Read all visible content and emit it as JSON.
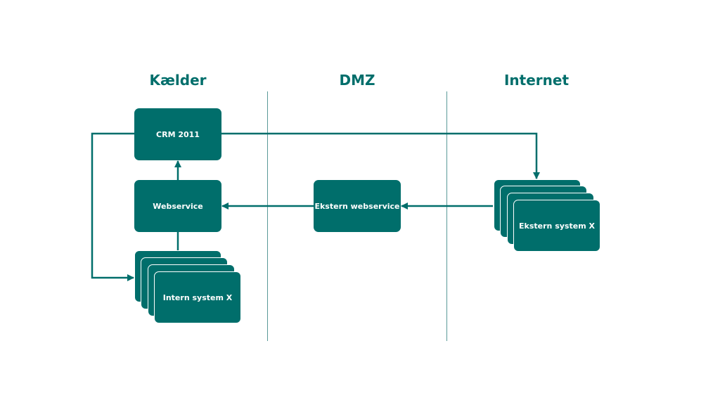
{
  "colors": {
    "primary": "#006e6b",
    "divider": "#5a9a98",
    "node_text": "#ffffff",
    "background": "#ffffff"
  },
  "zones": {
    "basement": "Kælder",
    "dmz": "DMZ",
    "internet": "Internet"
  },
  "nodes": {
    "crm": "CRM 2011",
    "webservice": "Webservice",
    "internal_system": "Intern system X",
    "external_webservice": "Ekstern webservice",
    "external_system": "Ekstern system X"
  }
}
